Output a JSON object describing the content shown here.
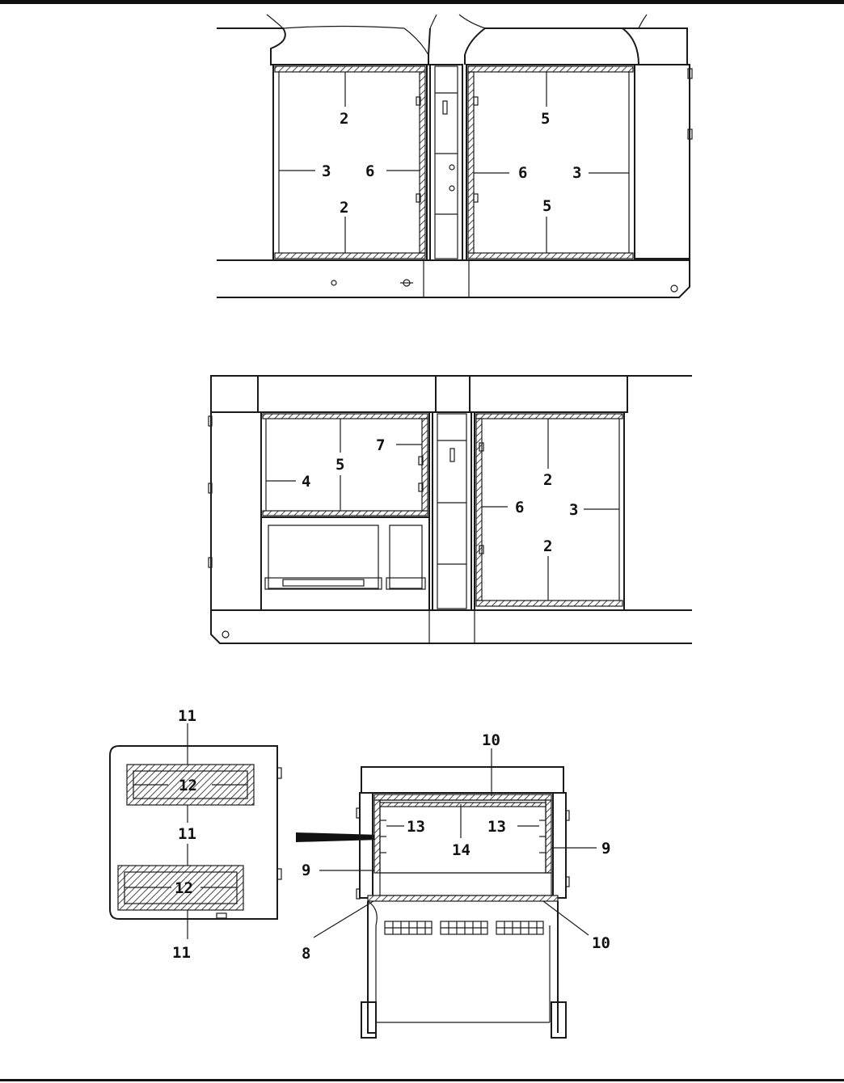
{
  "figure": {
    "views": [
      {
        "id": "top-view",
        "callouts": [
          "2",
          "3",
          "6",
          "2",
          "5",
          "6",
          "3",
          "5"
        ]
      },
      {
        "id": "middle-view",
        "callouts": [
          "5",
          "7",
          "4",
          "2",
          "6",
          "3",
          "2"
        ]
      },
      {
        "id": "door-view",
        "callouts": [
          "11",
          "12",
          "11",
          "12",
          "11"
        ]
      },
      {
        "id": "end-view",
        "callouts": [
          "10",
          "13",
          "14",
          "13",
          "9",
          "9",
          "8",
          "10"
        ]
      }
    ]
  },
  "labels": {
    "t2a": "2",
    "t3a": "3",
    "t6a": "6",
    "t2b": "2",
    "t5a": "5",
    "t6b": "6",
    "t3b": "3",
    "t5b": "5",
    "m5": "5",
    "m7": "7",
    "m4": "4",
    "m2a": "2",
    "m6": "6",
    "m3": "3",
    "m2b": "2",
    "d11a": "11",
    "d12a": "12",
    "d11b": "11",
    "d12b": "12",
    "d11c": "11",
    "e10a": "10",
    "e13a": "13",
    "e14": "14",
    "e13b": "13",
    "e9a": "9",
    "e9b": "9",
    "e8": "8",
    "e10b": "10"
  }
}
